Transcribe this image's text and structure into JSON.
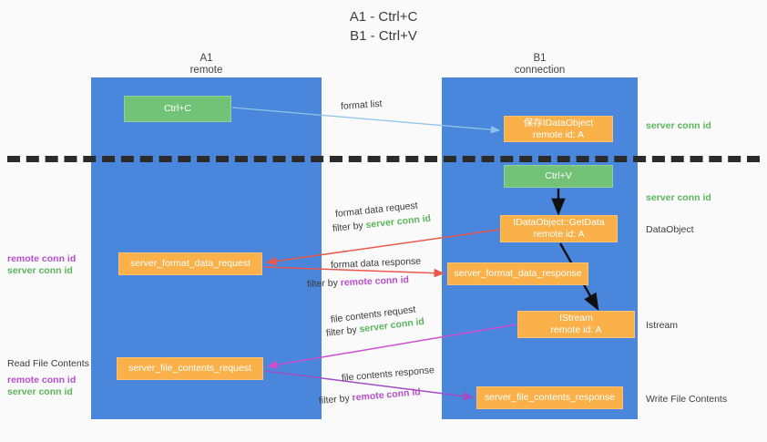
{
  "title": {
    "line1": "A1 - Ctrl+C",
    "line2": "B1 - Ctrl+V"
  },
  "lanes": [
    {
      "name": "A1",
      "subtitle": "remote"
    },
    {
      "name": "B1",
      "subtitle": "connection"
    }
  ],
  "boxes": {
    "ctrl_c": "Ctrl+C",
    "save_idataobject": {
      "line1": "保存IDataObject",
      "line2": "remote id: A"
    },
    "ctrl_v": "Ctrl+V",
    "getdata": {
      "line1": "IDataObject::GetData",
      "line2": "remote id: A"
    },
    "istream": {
      "line1": "IStream",
      "line2": "remote id: A"
    },
    "server_format_data_request": "server_format_data_request",
    "server_format_data_response": "server_format_data_response",
    "server_file_contents_request": "server_file_contents_request",
    "server_file_contents_response": "server_file_contents_response"
  },
  "arrow_labels": {
    "format_list": "format list",
    "format_data_request": "format data request",
    "filter_by": "filter by ",
    "server_conn_id": "server conn id",
    "remote_conn_id": "remote conn id",
    "format_data_response": "format data response",
    "file_contents_request": "file contents request",
    "file_contents_response": "file contents response"
  },
  "right_notes": {
    "server_conn_id_1": "server conn id",
    "server_conn_id_2": "server conn id",
    "dataobject": "DataObject",
    "istream": "Istream",
    "write_file_contents": "Write File Contents"
  },
  "left_notes": {
    "remote_conn_id_1": "remote conn id",
    "server_conn_id_1": "server conn id",
    "read_file_contents": "Read File Contents",
    "remote_conn_id_2": "remote conn id",
    "server_conn_id_2": "server conn id"
  },
  "colors": {
    "lane": "#4a86db",
    "green_box": "#72c278",
    "orange_box": "#fbb14a",
    "green_text": "#5bb75b",
    "purple_text": "#b94fd0",
    "blue_arrow": "#8ec4e8",
    "red_arrow": "#e8594f",
    "magenta_arrow": "#cc4fd0",
    "purple_arrow": "#a04fc0",
    "background": "#fafafa",
    "separator": "#2b2b2b"
  }
}
